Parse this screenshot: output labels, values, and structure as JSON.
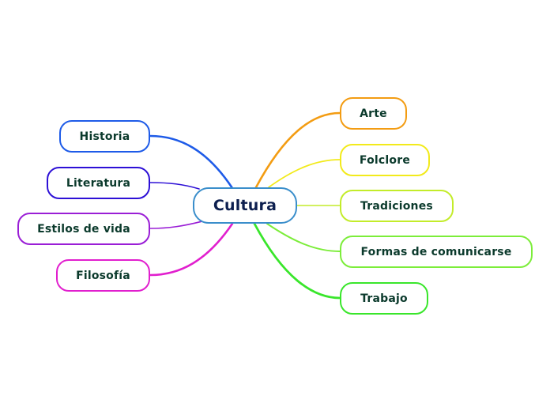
{
  "central": {
    "label": "Cultura",
    "color": "#3a8ecb"
  },
  "left_branches": [
    {
      "label": "Historia",
      "color": "#1e5be8"
    },
    {
      "label": "Literatura",
      "color": "#2d10d6"
    },
    {
      "label": "Estilos de vida",
      "color": "#9a1ed6"
    },
    {
      "label": "Filosofía",
      "color": "#e11fce"
    }
  ],
  "right_branches": [
    {
      "label": "Arte",
      "color": "#f39c12"
    },
    {
      "label": "Folclore",
      "color": "#f2ea1b"
    },
    {
      "label": "Tradiciones",
      "color": "#c3ec2a"
    },
    {
      "label": "Formas de comunicarse",
      "color": "#7ced3a"
    },
    {
      "label": "Trabajo",
      "color": "#39e62b"
    }
  ]
}
